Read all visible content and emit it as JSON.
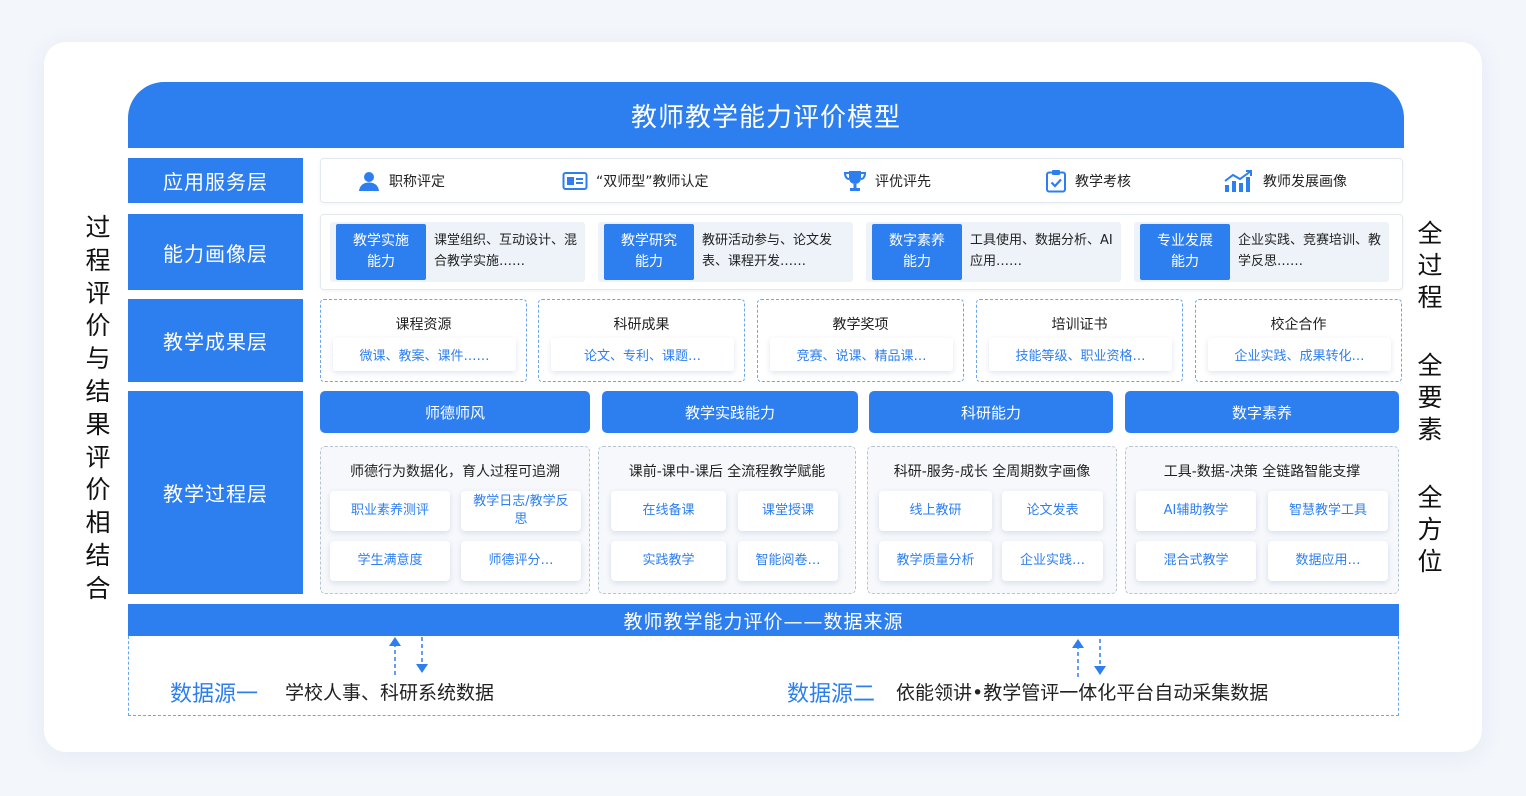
{
  "title": "教师教学能力评价模型",
  "left_side": "过程评价与结果评价相结合",
  "right_side": [
    "全过程",
    "全要素",
    "全方位"
  ],
  "layers": {
    "service": "应用服务层",
    "capability": "能力画像层",
    "achievement": "教学成果层",
    "process": "教学过程层"
  },
  "services": [
    {
      "icon": "person-icon",
      "label": "职称评定"
    },
    {
      "icon": "id-card-icon",
      "label": "“双师型”教师认定"
    },
    {
      "icon": "trophy-icon",
      "label": "评优评先"
    },
    {
      "icon": "clipboard-check-icon",
      "label": "教学考核"
    },
    {
      "icon": "growth-chart-icon",
      "label": "教师发展画像"
    }
  ],
  "capabilities": [
    {
      "tag_line1": "教学实施",
      "tag_line2": "能力",
      "text": "课堂组织、互动设计、混合教学实施……"
    },
    {
      "tag_line1": "教学研究",
      "tag_line2": "能力",
      "text": "教研活动参与、论文发表、课程开发……"
    },
    {
      "tag_line1": "数字素养",
      "tag_line2": "能力",
      "text": "工具使用、数据分析、AI应用……"
    },
    {
      "tag_line1": "专业发展",
      "tag_line2": "能力",
      "text": "企业实践、竞赛培训、教学反思……"
    }
  ],
  "achievements": [
    {
      "title": "课程资源",
      "items": "微课、教案、课件……"
    },
    {
      "title": "科研成果",
      "items": "论文、专利、课题…"
    },
    {
      "title": "教学奖项",
      "items": "竞赛、说课、精品课…"
    },
    {
      "title": "培训证书",
      "items": "技能等级、职业资格…"
    },
    {
      "title": "校企合作",
      "items": "企业实践、成果转化…"
    }
  ],
  "process": [
    {
      "head": "师德师风",
      "title": "师德行为数据化，育人过程可追溯",
      "items": [
        "职业素养测评",
        "教学日志/教学反思",
        "学生满意度",
        "师德评分…"
      ]
    },
    {
      "head": "教学实践能力",
      "title": "课前-课中-课后 全流程教学赋能",
      "items": [
        "在线备课",
        "课堂授课",
        "实践教学",
        "智能阅卷…"
      ]
    },
    {
      "head": "科研能力",
      "title": "科研-服务-成长 全周期数字画像",
      "items": [
        "线上教研",
        "论文发表",
        "教学质量分析",
        "企业实践…"
      ]
    },
    {
      "head": "数字素养",
      "title": "工具-数据-决策 全链路智能支撑",
      "items": [
        "AI辅助教学",
        "智慧教学工具",
        "混合式教学",
        "数据应用…"
      ]
    }
  ],
  "data_source": {
    "title": "教师教学能力评价——数据来源",
    "source1_label": "数据源一",
    "source1_desc": "学校人事、科研系统数据",
    "source2_label": "数据源二",
    "source2_desc": "依能领讲•教学管评一体化平台自动采集数据"
  },
  "colors": {
    "primary": "#2d7ff0",
    "pill_bg": "#eef2f9"
  }
}
